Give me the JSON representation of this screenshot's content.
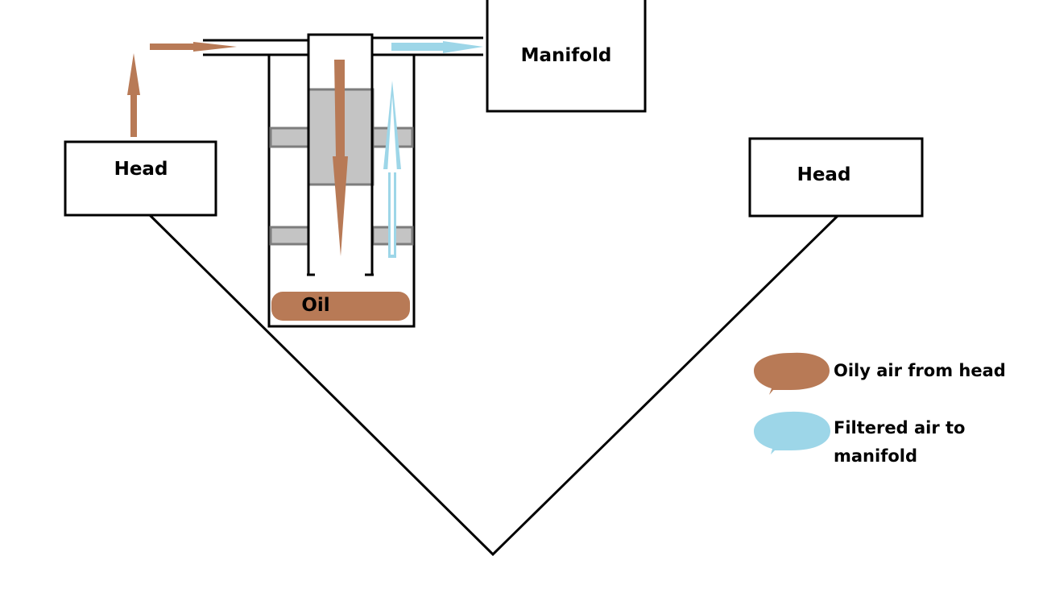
{
  "labels": {
    "head_left": "Head",
    "head_right": "Head",
    "manifold": "Manifold",
    "oil": "Oil"
  },
  "legend": {
    "oily_air": "Oily air from head",
    "filtered_line1": "Filtered air to",
    "filtered_line2": "manifold"
  },
  "colors": {
    "oily_air": "#b87a56",
    "filtered_air": "#9dd6e8",
    "oil": "#b87a56",
    "filter_element": "#c4c4c4",
    "baffle_edge": "#7d7d7d"
  }
}
